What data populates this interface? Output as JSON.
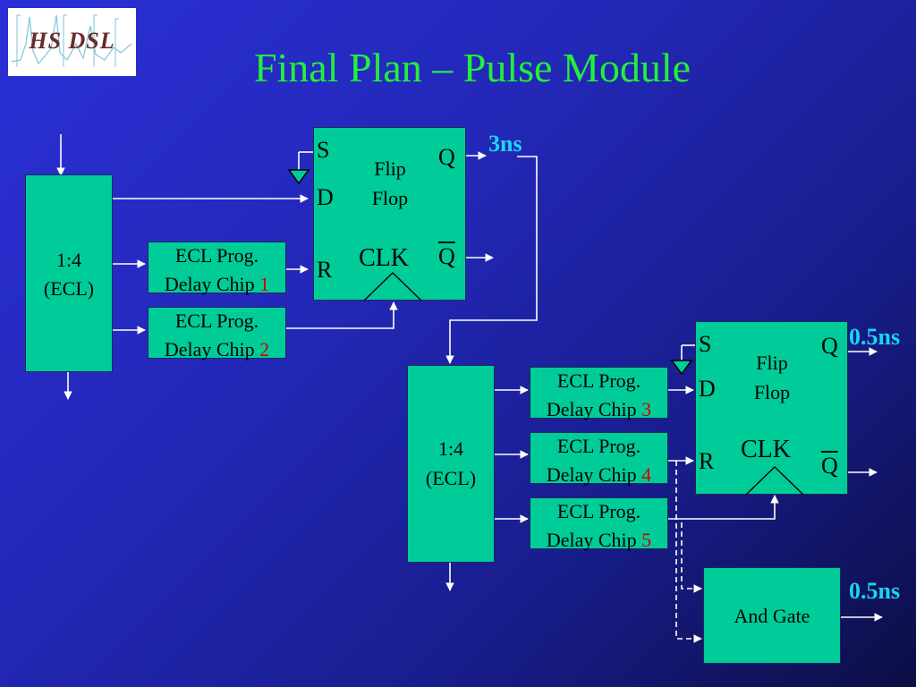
{
  "title": "Final Plan – Pulse Module",
  "logo": {
    "text": "HS DSL"
  },
  "splitters": [
    {
      "ratio": "1:4",
      "type": "(ECL)"
    },
    {
      "ratio": "1:4",
      "type": "(ECL)"
    }
  ],
  "delay_chips": [
    {
      "line1": "ECL Prog.",
      "line2": "Delay Chip",
      "number": "1"
    },
    {
      "line1": "ECL Prog.",
      "line2": "Delay Chip",
      "number": "2"
    },
    {
      "line1": "ECL Prog.",
      "line2": "Delay Chip",
      "number": "3"
    },
    {
      "line1": "ECL Prog.",
      "line2": "Delay Chip",
      "number": "4"
    },
    {
      "line1": "ECL Prog.",
      "line2": "Delay Chip",
      "number": "5"
    }
  ],
  "flip_flops": [
    {
      "s": "S",
      "d": "D",
      "r": "R",
      "q": "Q",
      "qbar": "Q",
      "clk": "CLK",
      "name_line1": "Flip",
      "name_line2": "Flop"
    },
    {
      "s": "S",
      "d": "D",
      "r": "R",
      "q": "Q",
      "qbar": "Q",
      "clk": "CLK",
      "name_line1": "Flip",
      "name_line2": "Flop"
    }
  ],
  "and_gate": {
    "label": "And Gate"
  },
  "timings": {
    "ff1_out": "3ns",
    "ff2_out": "0.5ns",
    "and_out": "0.5ns"
  },
  "colors": {
    "background": "#2328b8",
    "block_fill": "#00cc99",
    "title": "#22f03a",
    "timing_text": "#19d6f2",
    "chip_number": "#cc0000",
    "wire": "#ffffff"
  }
}
